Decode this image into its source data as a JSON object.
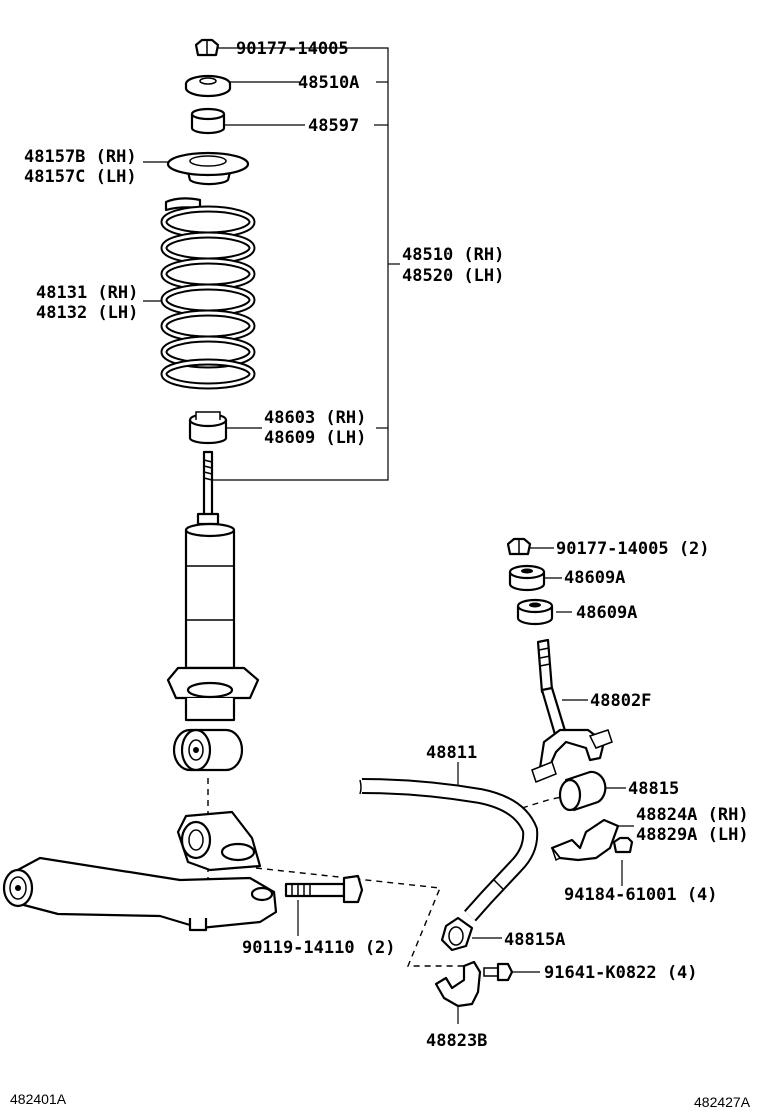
{
  "labels": {
    "nut_top": "90177-14005",
    "seat_upper": "48510A",
    "bushing_upper": "48597",
    "spring_seat_rh": "48157B (RH)",
    "spring_seat_lh": "48157C (LH)",
    "spring_rh": "48131 (RH)",
    "spring_lh": "48132 (LH)",
    "assy_rh": "48510 (RH)",
    "assy_lh": "48520 (LH)",
    "bumper_rh": "48603 (RH)",
    "bumper_lh": "48609 (LH)",
    "link_nut": "90177-14005 (2)",
    "link_cushion_1": "48609A",
    "link_cushion_2": "48609A",
    "link": "48802F",
    "stab_bar": "48811",
    "stab_bushing": "48815",
    "bracket_rh": "48824A (RH)",
    "bracket_lh": "48829A (LH)",
    "bracket_nut": "94184-61001 (4)",
    "lower_bolt": "90119-14110 (2)",
    "stab_bushing_lower": "48815A",
    "bracket_bolt": "91641-K0822 (4)",
    "bracket_lower": "48823B"
  },
  "ref_codes": {
    "left": "482401A",
    "right": "482427A"
  }
}
